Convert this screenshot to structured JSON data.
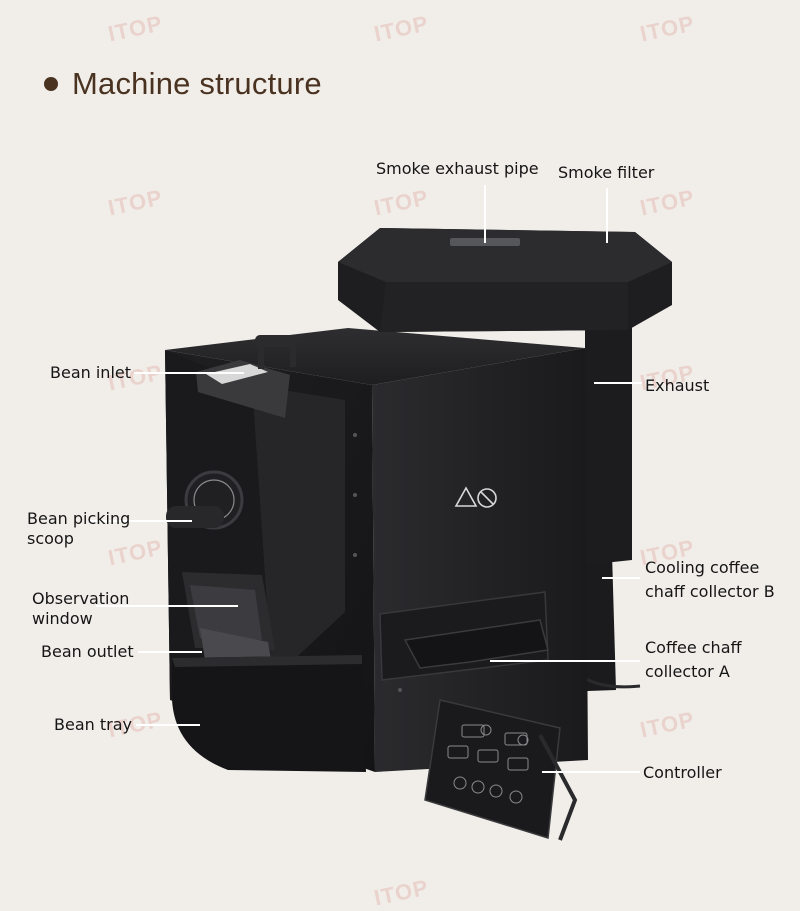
{
  "title": "Machine structure",
  "watermark": "ITOP",
  "labels": {
    "smoke_exhaust_pipe": "Smoke exhaust pipe",
    "smoke_filter": "Smoke filter",
    "bean_inlet": "Bean inlet",
    "exhaust": "Exhaust",
    "bean_picking_scoop_1": "Bean picking",
    "bean_picking_scoop_2": "scoop",
    "observation_window_1": "Observation",
    "observation_window_2": "window",
    "bean_outlet": "Bean outlet",
    "cooling_collector_1": "Cooling coffee",
    "cooling_collector_2": "chaff collector B",
    "chaff_collector_a_1": "Coffee chaff",
    "chaff_collector_a_2": "collector A",
    "bean_tray": "Bean tray",
    "controller": "Controller"
  },
  "colors": {
    "title": "#4a3220",
    "background": "#f1eeea",
    "machine_body": "#1d1d1f",
    "leader_line": "#ffffff"
  }
}
